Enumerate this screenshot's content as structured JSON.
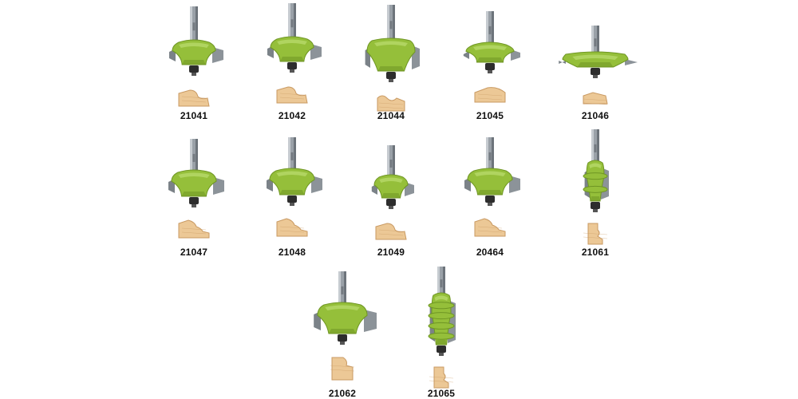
{
  "colors": {
    "cutter_green": "#95bf3a",
    "cutter_dark": "#6f9624",
    "cutter_light": "#b7d96a",
    "shank": "#9aa1a8",
    "shank_dark": "#6d747b",
    "bearing": "#2d2d2d",
    "wood": "#ecc896",
    "wood_dark": "#c99a63",
    "label": "#111111"
  },
  "bits": [
    {
      "model": "21041",
      "profile": "ogee-wide",
      "icon": "router-bit-icon"
    },
    {
      "model": "21042",
      "profile": "ogee-wide",
      "icon": "router-bit-icon"
    },
    {
      "model": "21044",
      "profile": "cove-deep",
      "icon": "router-bit-icon"
    },
    {
      "model": "21045",
      "profile": "roman-ogee",
      "icon": "router-bit-icon"
    },
    {
      "model": "21046",
      "profile": "flat-wide",
      "icon": "router-bit-icon"
    },
    {
      "model": "21047",
      "profile": "classical",
      "icon": "router-bit-icon"
    },
    {
      "model": "21048",
      "profile": "classical",
      "icon": "router-bit-icon"
    },
    {
      "model": "21049",
      "profile": "small-ogee",
      "icon": "router-bit-icon"
    },
    {
      "model": "20464",
      "profile": "classical",
      "icon": "router-bit-icon"
    },
    {
      "model": "21061",
      "profile": "tall-bead",
      "icon": "router-bit-icon"
    },
    {
      "model": "21062",
      "profile": "classical-large",
      "icon": "router-bit-icon"
    },
    {
      "model": "21065",
      "profile": "tall-multi",
      "icon": "router-bit-icon"
    }
  ]
}
